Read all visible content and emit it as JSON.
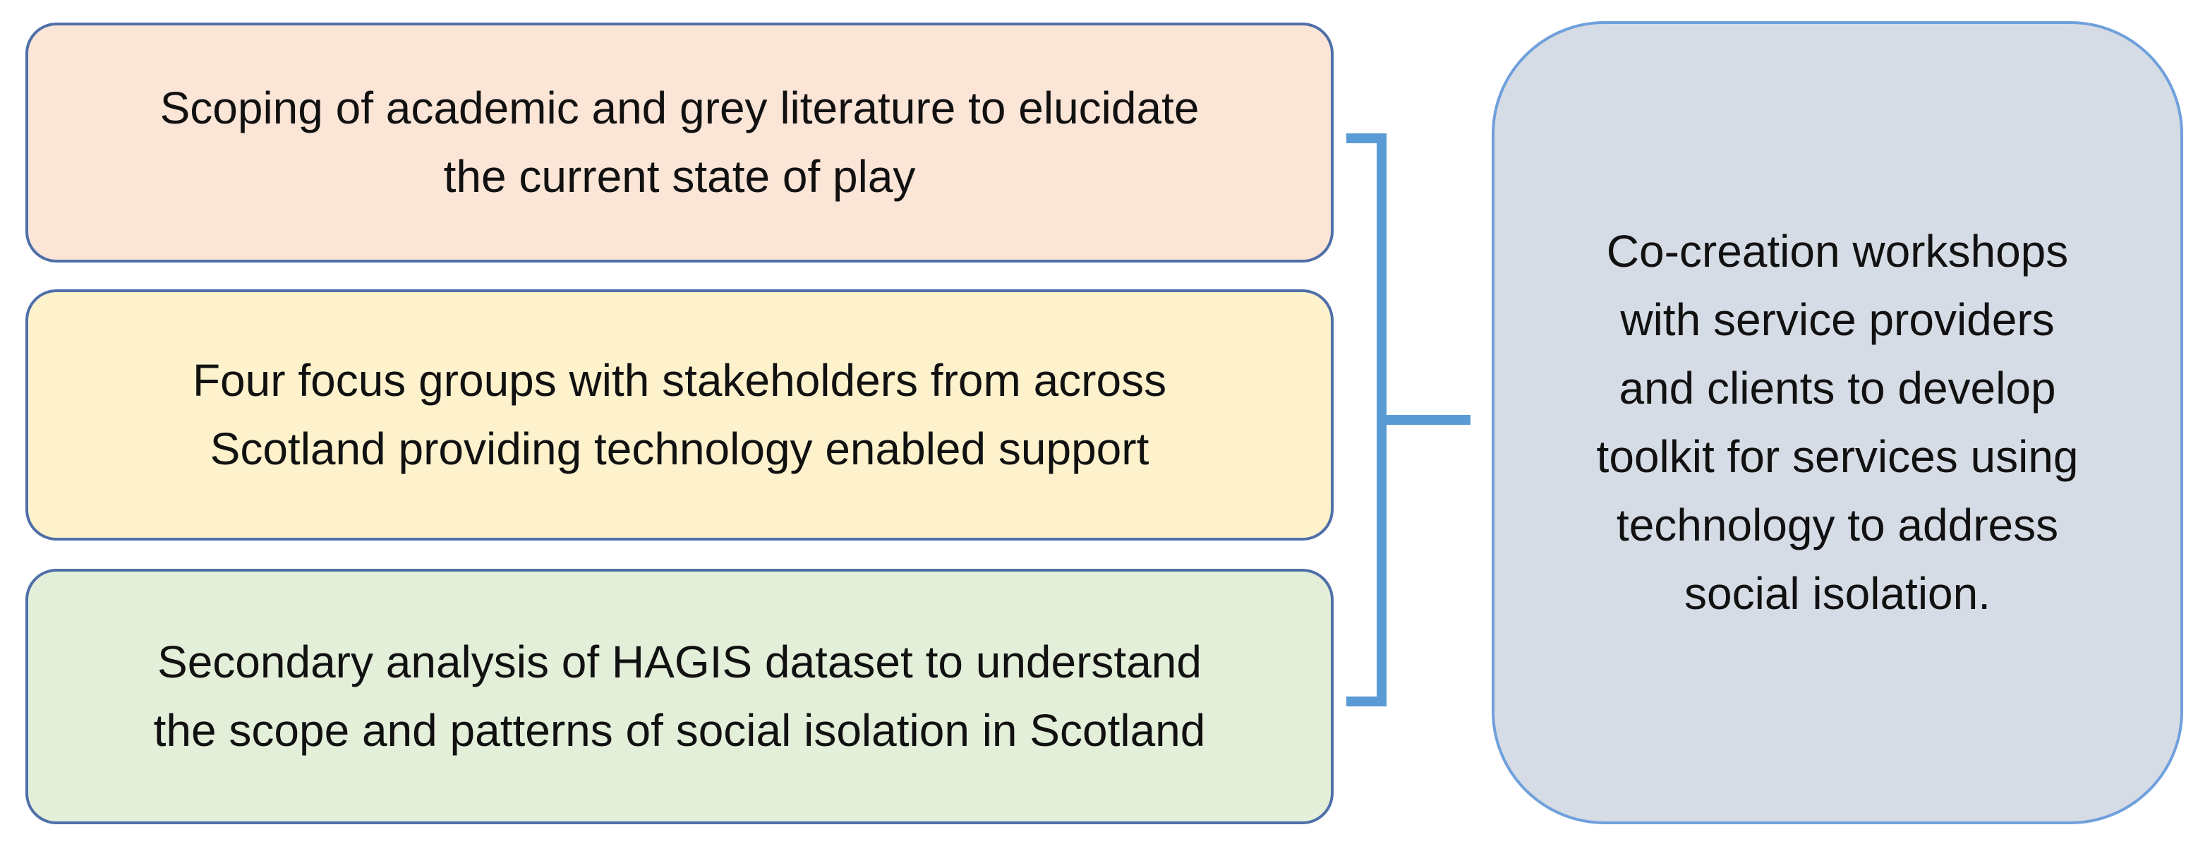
{
  "diagram": {
    "inputs": [
      {
        "text": "Scoping of academic and grey literature to elucidate\nthe current state of play",
        "fill": "#fbe5d7"
      },
      {
        "text": "Four focus groups with stakeholders from across\nScotland providing technology enabled support",
        "fill": "#fef2cd"
      },
      {
        "text": "Secondary analysis of HAGIS dataset to understand\nthe scope and patterns of social isolation in Scotland",
        "fill": "#e3efd9"
      }
    ],
    "outcome": {
      "text": "Co-creation workshops\nwith service providers\nand clients to develop\ntoolkit for services using\ntechnology to address\nsocial isolation.",
      "fill": "#d6dce5"
    },
    "colors": {
      "box_border": "#4f6fa8",
      "outcome_border": "#6fa0dc",
      "bracket": "#5b9bd5",
      "text": "#111111"
    }
  }
}
